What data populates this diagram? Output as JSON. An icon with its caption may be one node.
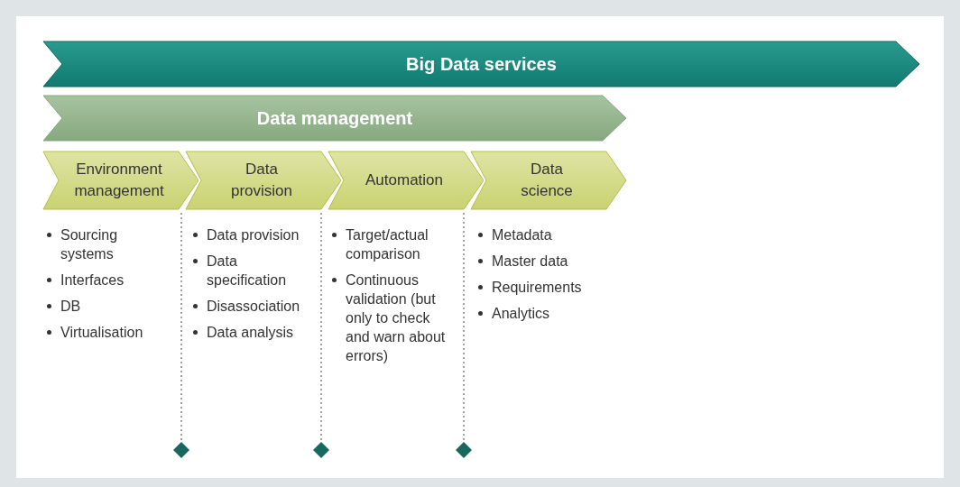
{
  "diagram": {
    "nodes": [
      {
        "text": [
          "Big Data services"
        ]
      },
      {
        "text": [
          "Data management"
        ]
      },
      {
        "text": [
          "Environment management"
        ],
        "beside": [
          "Sourcing systems",
          "Interfaces",
          "DB",
          "Virtualisation"
        ]
      },
      {
        "text": [
          "Data provision"
        ],
        "beside": [
          "Data provision",
          "Data specification",
          "Disassociation",
          "Data analysis"
        ]
      },
      {
        "text": [
          "Automation"
        ],
        "beside": [
          "Target/actual comparison",
          "Continuous validation (but only to check and warn about errors)"
        ]
      },
      {
        "text": [
          "Data science"
        ],
        "beside": [
          "Metadata",
          "Master data",
          "Requirements",
          "Analytics"
        ]
      }
    ]
  }
}
